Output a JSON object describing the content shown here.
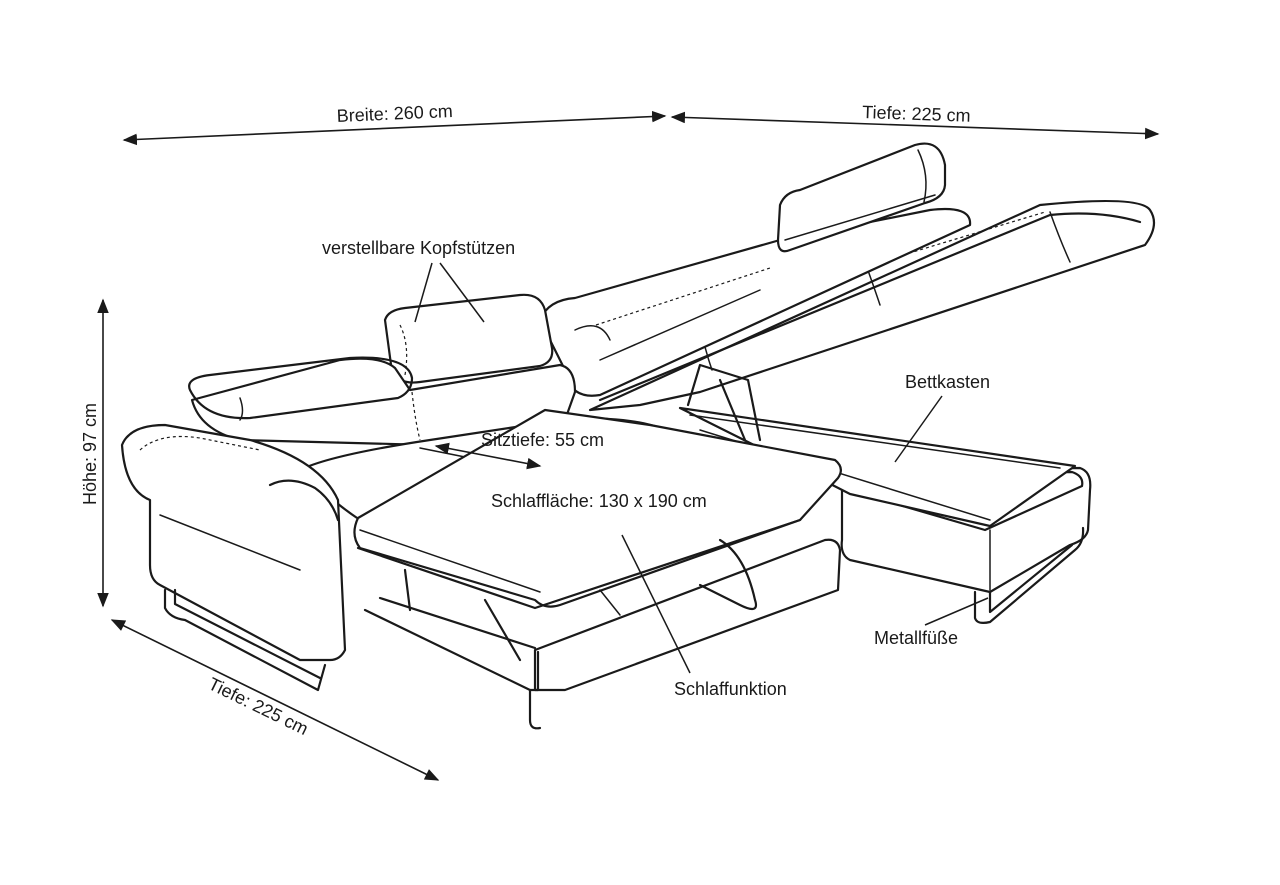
{
  "labels": {
    "breite": "Breite: 260 cm",
    "tiefe_back": "Tiefe: 225 cm",
    "kopfstuetzen": "verstellbare Kopfstützen",
    "bettkasten": "Bettkasten",
    "sitztiefe": "Sitztiefe: 55 cm",
    "schlafflaeche": "Schlaffläche: 130 x 190 cm",
    "hoehe": "Höhe: 97 cm",
    "metallfuesse": "Metallfüße",
    "schlaffunktion": "Schlaffunktion",
    "tiefe_front": "Tiefe: 225 cm"
  }
}
